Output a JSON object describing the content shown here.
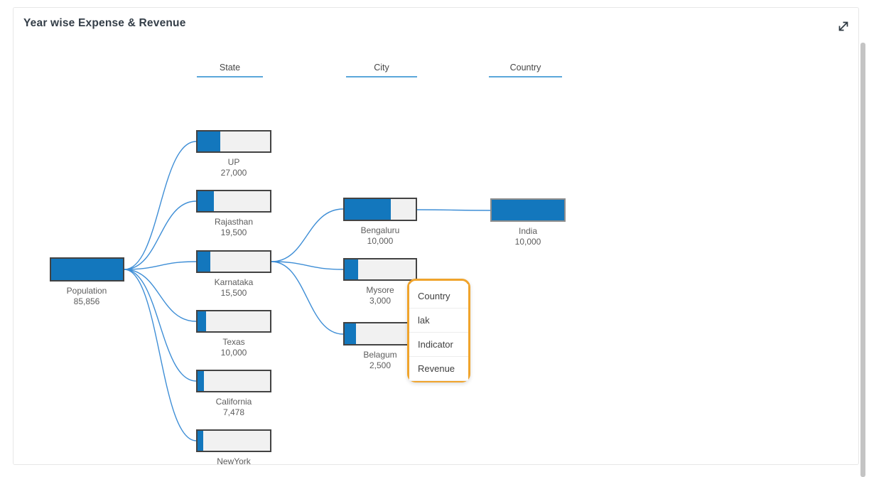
{
  "window": {
    "title": "Year wise Expense & Revenue"
  },
  "headers": {
    "state": "State",
    "city": "City",
    "country": "Country"
  },
  "nodes": [
    {
      "label": "Population",
      "value": "85,856",
      "fill": 100
    },
    {
      "label": "UP",
      "value": "27,000",
      "fill": 31.4
    },
    {
      "label": "Rajasthan",
      "value": "19,500",
      "fill": 22.7
    },
    {
      "label": "Karnataka",
      "value": "15,500",
      "fill": 18.1
    },
    {
      "label": "Texas",
      "value": "10,000",
      "fill": 11.6
    },
    {
      "label": "California",
      "value": "7,478",
      "fill": 8.7
    },
    {
      "label": "NewYork",
      "value": "",
      "fill": 7.4
    },
    {
      "label": "Bengaluru",
      "value": "10,000",
      "fill": 64.5
    },
    {
      "label": "Mysore",
      "value": "3,000",
      "fill": 19.4
    },
    {
      "label": "Belagum",
      "value": "2,500",
      "fill": 16.1
    },
    {
      "label": "India",
      "value": "10,000",
      "fill": 100
    }
  ],
  "menu": {
    "items": [
      {
        "label": "Country"
      },
      {
        "label": "lak"
      },
      {
        "label": "Indicator"
      },
      {
        "label": "Revenue"
      }
    ]
  },
  "icons": {
    "expand": "expand-diagonal-arrows-icon"
  },
  "colors": {
    "bar_fill": "#1377bd",
    "bar_empty": "#f1f1f1",
    "node_border": "#434343",
    "connector": "#3e8ed6",
    "header_underline": "#5ba7da",
    "menu_border": "#f0a42c",
    "scrollbar_thumb": "#c4c4c4",
    "title_text": "#343e48"
  },
  "chart_data": {
    "type": "tree",
    "title": "Year wise Expense & Revenue",
    "levels": [
      "State",
      "City",
      "Country"
    ],
    "root": {
      "label": "Population",
      "value": 85856
    },
    "nodes": [
      {
        "label": "UP",
        "level": "State",
        "parent": "Population",
        "value": 27000
      },
      {
        "label": "Rajasthan",
        "level": "State",
        "parent": "Population",
        "value": 19500
      },
      {
        "label": "Karnataka",
        "level": "State",
        "parent": "Population",
        "value": 15500
      },
      {
        "label": "Texas",
        "level": "State",
        "parent": "Population",
        "value": 10000
      },
      {
        "label": "California",
        "level": "State",
        "parent": "Population",
        "value": 7478
      },
      {
        "label": "NewYork",
        "level": "State",
        "parent": "Population",
        "value": null
      },
      {
        "label": "Bengaluru",
        "level": "City",
        "parent": "Karnataka",
        "value": 10000
      },
      {
        "label": "Mysore",
        "level": "City",
        "parent": "Karnataka",
        "value": 3000
      },
      {
        "label": "Belagum",
        "level": "City",
        "parent": "Karnataka",
        "value": 2500
      },
      {
        "label": "India",
        "level": "Country",
        "parent": "Bengaluru",
        "value": 10000
      }
    ],
    "legend": "off",
    "bar_encoding": "each node bar is filled proportionally to its value relative to its parent node"
  }
}
